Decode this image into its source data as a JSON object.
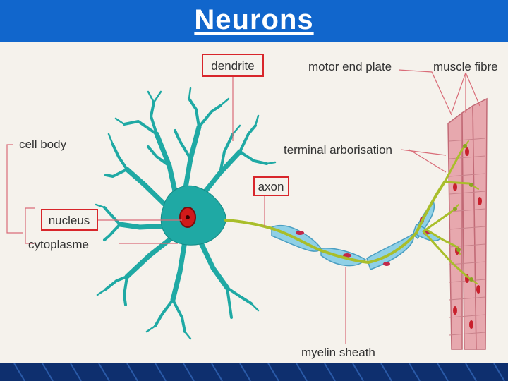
{
  "title": "Neurons",
  "labels": {
    "dendrite": "dendrite",
    "motor_end_plate": "motor end plate",
    "muscle_fibre": "muscle fibre",
    "cell_body": "cell body",
    "terminal_arborisation": "terminal arborisation",
    "axon": "axon",
    "nucleus": "nucleus",
    "cytoplasme": "cytoplasme",
    "myelin_sheath": "myelin sheath"
  },
  "colors": {
    "header_bg": "#1166cc",
    "footer_bg": "#0e2f6e",
    "neuron": "#1fa9a4",
    "nucleus": "#d11a1a",
    "axon": "#a9be2a",
    "myelin": "#8fd0e6",
    "muscle": "#e7a8ae",
    "highlight_box": "#d8262b",
    "leader_line": "#d96c78"
  }
}
